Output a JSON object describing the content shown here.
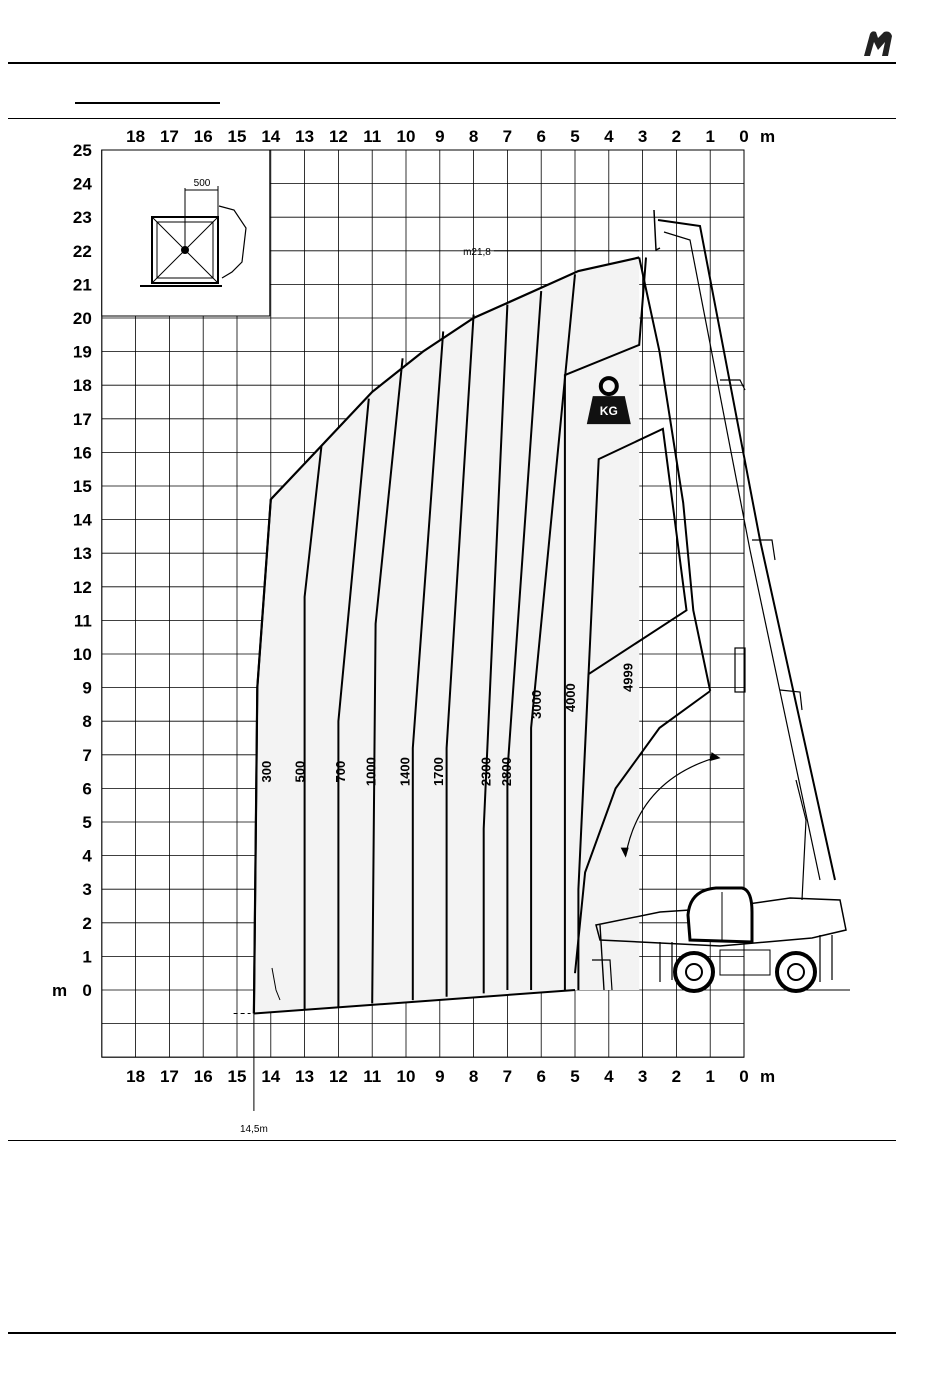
{
  "header": {
    "logo_letter": "M"
  },
  "chart_data": {
    "type": "line",
    "subtype": "load-chart",
    "xlabel": "m",
    "ylabel": "m",
    "xlim": [
      0,
      19
    ],
    "ylim": [
      -2,
      25
    ],
    "x_ticks": [
      18,
      17,
      16,
      15,
      14,
      13,
      12,
      11,
      10,
      9,
      8,
      7,
      6,
      5,
      4,
      3,
      2,
      1,
      0
    ],
    "y_ticks": [
      25,
      24,
      23,
      22,
      21,
      20,
      19,
      18,
      17,
      16,
      15,
      14,
      13,
      12,
      11,
      10,
      9,
      8,
      7,
      6,
      5,
      4,
      3,
      2,
      1,
      0
    ],
    "grid": true,
    "x_axis_direction": "reversed",
    "outer_envelope": [
      [
        14.5,
        -0.7
      ],
      [
        14.4,
        9.0
      ],
      [
        14.0,
        14.6
      ],
      [
        12.5,
        16.2
      ],
      [
        11,
        17.8
      ],
      [
        9.5,
        19.0
      ],
      [
        8,
        20.0
      ],
      [
        6,
        20.9
      ],
      [
        4.9,
        21.4
      ],
      [
        3.1,
        21.8
      ]
    ],
    "series": [
      {
        "name": "300",
        "label_pos": [
          14.0,
          6.5
        ],
        "points": [
          [
            14.5,
            -0.7
          ],
          [
            14.4,
            9.0
          ],
          [
            14.0,
            14.6
          ]
        ]
      },
      {
        "name": "500",
        "label_pos": [
          13.0,
          6.5
        ],
        "points": [
          [
            13.0,
            -0.6
          ],
          [
            13.0,
            11.7
          ],
          [
            12.5,
            16.2
          ]
        ]
      },
      {
        "name": "700",
        "label_pos": [
          11.8,
          6.5
        ],
        "points": [
          [
            12.0,
            -0.5
          ],
          [
            12.0,
            8.0
          ],
          [
            11.1,
            17.6
          ]
        ]
      },
      {
        "name": "1000",
        "label_pos": [
          10.9,
          6.5
        ],
        "points": [
          [
            11.0,
            -0.4
          ],
          [
            10.9,
            10.9
          ],
          [
            10.1,
            18.8
          ]
        ]
      },
      {
        "name": "1400",
        "label_pos": [
          9.9,
          6.5
        ],
        "points": [
          [
            9.8,
            -0.3
          ],
          [
            9.8,
            7.2
          ],
          [
            8.9,
            19.6
          ]
        ]
      },
      {
        "name": "1700",
        "label_pos": [
          8.9,
          6.5
        ],
        "points": [
          [
            8.8,
            -0.2
          ],
          [
            8.8,
            7.2
          ],
          [
            8.0,
            20.1
          ]
        ]
      },
      {
        "name": "2300",
        "label_pos": [
          7.5,
          6.5
        ],
        "points": [
          [
            7.7,
            -0.1
          ],
          [
            7.7,
            4.8
          ],
          [
            7.0,
            20.4
          ]
        ]
      },
      {
        "name": "2800",
        "label_pos": [
          6.9,
          6.5
        ],
        "points": [
          [
            7.0,
            0.0
          ],
          [
            7.0,
            6.5
          ],
          [
            6.0,
            20.8
          ]
        ]
      },
      {
        "name": "3000",
        "label_pos": [
          6.0,
          8.5
        ],
        "points": [
          [
            6.3,
            0.0
          ],
          [
            6.3,
            7.8
          ],
          [
            5.0,
            21.3
          ]
        ]
      },
      {
        "name": "4000",
        "label_pos": [
          5.0,
          8.7
        ],
        "points": [
          [
            5.3,
            0.0
          ],
          [
            5.3,
            18.3
          ],
          [
            3.1,
            19.2
          ],
          [
            2.9,
            21.8
          ]
        ]
      },
      {
        "name": "4999",
        "label_pos": [
          3.3,
          9.3
        ],
        "points": [
          [
            4.9,
            0.0
          ],
          [
            4.9,
            3.0
          ],
          [
            4.3,
            15.8
          ],
          [
            2.4,
            16.7
          ],
          [
            1.7,
            11.3
          ],
          [
            4.6,
            9.4
          ],
          [
            4.9,
            3.0
          ]
        ]
      }
    ],
    "annotations": [
      {
        "text": "m21,8",
        "x": 7.9,
        "y": 22.0
      },
      {
        "text": "14,5m",
        "x": 14.5,
        "y": -4.1
      },
      {
        "text": "KG",
        "x": 4.0,
        "y": 17.2
      },
      {
        "text": "500",
        "x": 16.0,
        "y": 24.0
      }
    ]
  }
}
